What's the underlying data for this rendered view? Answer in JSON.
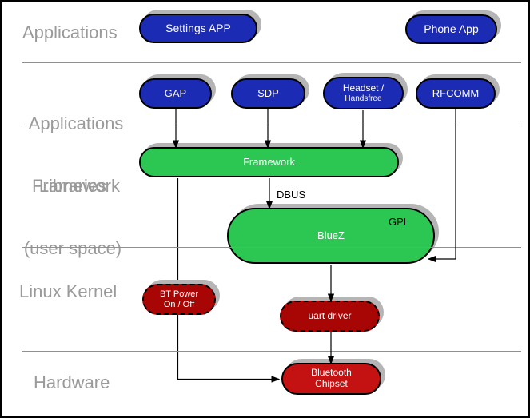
{
  "layers": {
    "applications": {
      "label": "Applications"
    },
    "app_framework": {
      "label_line1": "Applications",
      "label_line2": "Framework"
    },
    "libraries": {
      "label_line1": "Libraries",
      "label_line2": "(user space)"
    },
    "linux_kernel": {
      "label": "Linux Kernel"
    },
    "hardware": {
      "label": "Hardware"
    }
  },
  "nodes": {
    "settings_app": {
      "label": "Settings APP"
    },
    "phone_app": {
      "label": "Phone App"
    },
    "gap": {
      "label": "GAP"
    },
    "sdp": {
      "label": "SDP"
    },
    "headset": {
      "label_line1": "Headset /",
      "label_line2": "Handsfree"
    },
    "rfcomm": {
      "label": "RFCOMM"
    },
    "framework": {
      "label": "Framework"
    },
    "bluez": {
      "label": "BlueZ",
      "badge": "GPL"
    },
    "bt_power": {
      "label_line1": "BT Power",
      "label_line2": "On / Off"
    },
    "uart_driver": {
      "label": "uart driver"
    },
    "bt_chipset": {
      "label_line1": "Bluetooth",
      "label_line2": "Chipset"
    }
  },
  "edges": {
    "dbus_label": "DBUS"
  },
  "colors": {
    "app_blue": "#1c2bb4",
    "lib_green": "#2cc653",
    "kernel_dark_red": "#a80505",
    "hardware_red": "#c41212",
    "layer_label_gray": "#9a9a9a",
    "separator_gray": "#909090",
    "shadow_gray": "#b5b5b5",
    "line_black": "#000000"
  }
}
